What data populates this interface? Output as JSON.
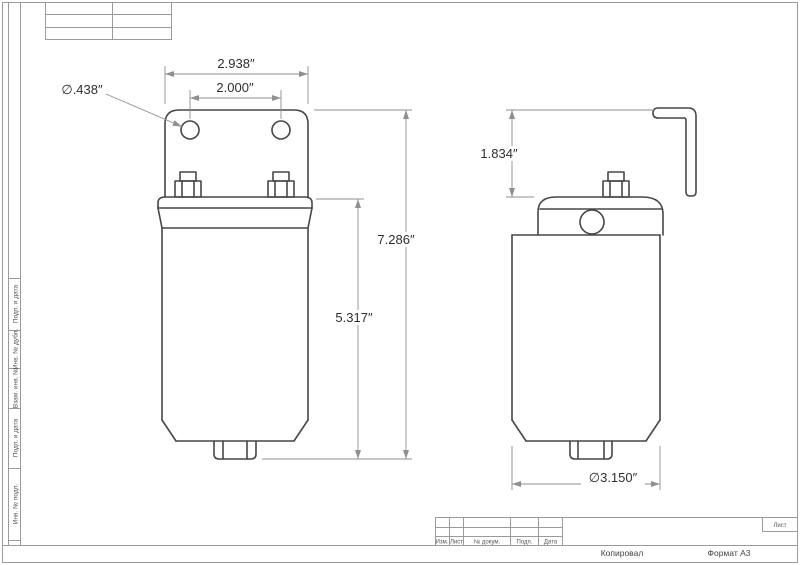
{
  "dimensions": {
    "bracket_width": "2.938″",
    "hole_spacing": "2.000″",
    "hole_diameter": "∅.438″",
    "overall_height": "7.286″",
    "body_height": "5.317″",
    "bracket_height": "1.834″",
    "body_diameter": "∅3.150″"
  },
  "frame_labels": [
    "Подп. и дата",
    "Инв. № дубл.",
    "Взам. инв. №",
    "Подп. и дата",
    "Инв. № подл."
  ],
  "title_block": {
    "revision_columns": [
      "Изм.",
      "Лист",
      "№ докум.",
      "Подп.",
      "Дата"
    ],
    "sheet_label": "Лист",
    "footer_copy": "Копировал",
    "footer_format": "Формат А3"
  }
}
